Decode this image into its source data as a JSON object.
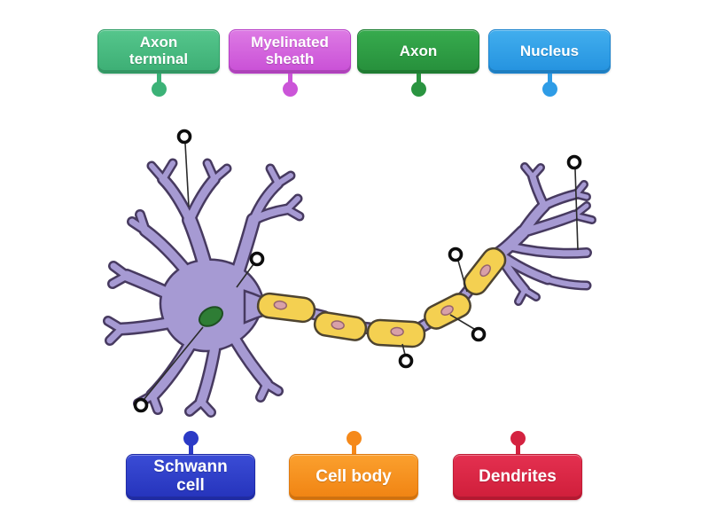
{
  "page": {
    "background": "#ffffff"
  },
  "activity": {
    "illustration": "neuron-diagram",
    "diagram_colors": {
      "neuron_body": "#a69ad3",
      "neuron_outline": "#473a60",
      "myelin_yellow": "#f4d051",
      "myelin_outline": "#4e4430",
      "nucleus_green": "#2e7d35",
      "schwann_nucleus_pink": "#d8a0a8",
      "marker_ring": "#0d0d0d",
      "marker_fill": "#ffffff",
      "pointer_line": "#2b2b2b"
    },
    "top_labels": {
      "items": [
        {
          "label": "Axon terminal",
          "colors": {
            "top": "#55c68c",
            "bottom": "#3cae74",
            "border": "#2f9f66",
            "knob": "#3cb277"
          }
        },
        {
          "label": "Myelinated sheath",
          "colors": {
            "top": "#dd7ae4",
            "bottom": "#c94fd6",
            "border": "#b83ec7",
            "knob": "#cb55d8"
          }
        },
        {
          "label": "Axon",
          "colors": {
            "top": "#37ab4e",
            "bottom": "#268f3b",
            "border": "#1f8033",
            "knob": "#2a9440"
          }
        },
        {
          "label": "Nucleus",
          "colors": {
            "top": "#41aeee",
            "bottom": "#2492df",
            "border": "#1f85cf",
            "knob": "#2e9ce6"
          }
        }
      ]
    },
    "bottom_labels": {
      "items": [
        {
          "label": "Schwann cell",
          "colors": {
            "top": "#3a4cd6",
            "bottom": "#2533bb",
            "border": "#1e2aa8",
            "knob": "#2b3ac6"
          }
        },
        {
          "label": "Cell body",
          "colors": {
            "top": "#fba02e",
            "bottom": "#f08312",
            "border": "#df7a10",
            "knob": "#f5891a"
          }
        },
        {
          "label": "Dendrites",
          "colors": {
            "top": "#e43050",
            "bottom": "#cf1e3a",
            "border": "#c01b34",
            "knob": "#d42240"
          }
        }
      ]
    },
    "markers": [
      {
        "id": "marker-1"
      },
      {
        "id": "marker-2"
      },
      {
        "id": "marker-3"
      },
      {
        "id": "marker-4"
      },
      {
        "id": "marker-5"
      },
      {
        "id": "marker-6"
      },
      {
        "id": "marker-7"
      }
    ]
  }
}
